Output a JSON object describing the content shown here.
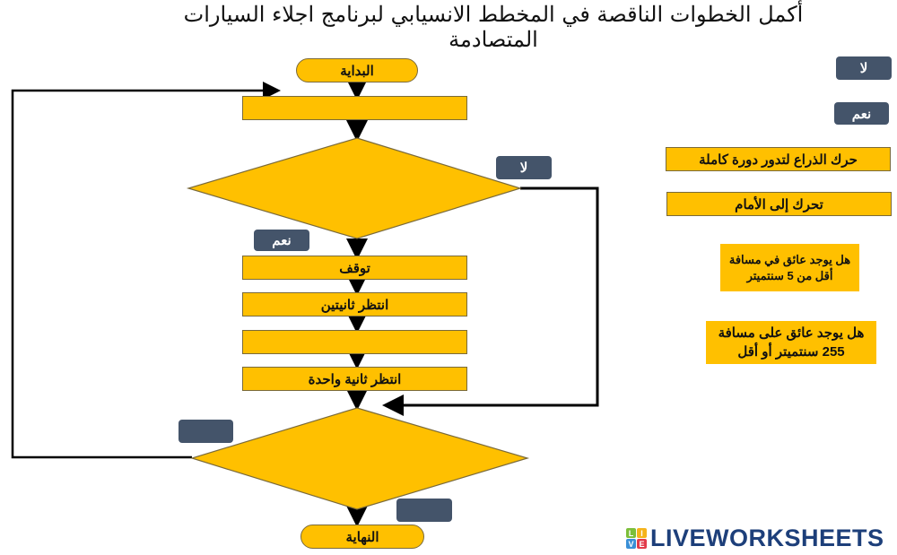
{
  "title": "أكمل الخطوات الناقصة في المخطط الانسيابي لبرنامج اجلاء السيارات المتصادمة",
  "colors": {
    "shape_fill": "#FFC000",
    "label_fill": "#44546A",
    "line": "#000000",
    "logo_text": "#1d3f7a"
  },
  "flowchart": {
    "start": "البداية",
    "step1": "",
    "decision1": "",
    "decision1_no_label": "لا",
    "decision1_yes_label": "نعم",
    "step_stop": "توقف",
    "step_wait2": "انتظر ثانيتين",
    "step_blank": "",
    "step_wait1": "انتظر ثانية واحدة",
    "decision2": "",
    "decision2_left_label": "",
    "decision2_bottom_label": "",
    "end": "النهاية"
  },
  "answer_bank": {
    "no": "لا",
    "yes": "نعم",
    "rotate_arm": "حرك الذراع لتدور دورة كاملة",
    "move_forward": "تحرك إلى الأمام",
    "obstacle_5cm_line1": "هل يوجد عائق في مسافة",
    "obstacle_5cm_line2": "أقل من 5 سنتميتر",
    "obstacle_255_line1": "هل يوجد عائق على مسافة",
    "obstacle_255_line2": "255 سنتميتر أو أقل"
  },
  "logo": {
    "text": "LIVEWORKSHEETS",
    "letters": [
      "L",
      "I",
      "V",
      "E"
    ]
  }
}
